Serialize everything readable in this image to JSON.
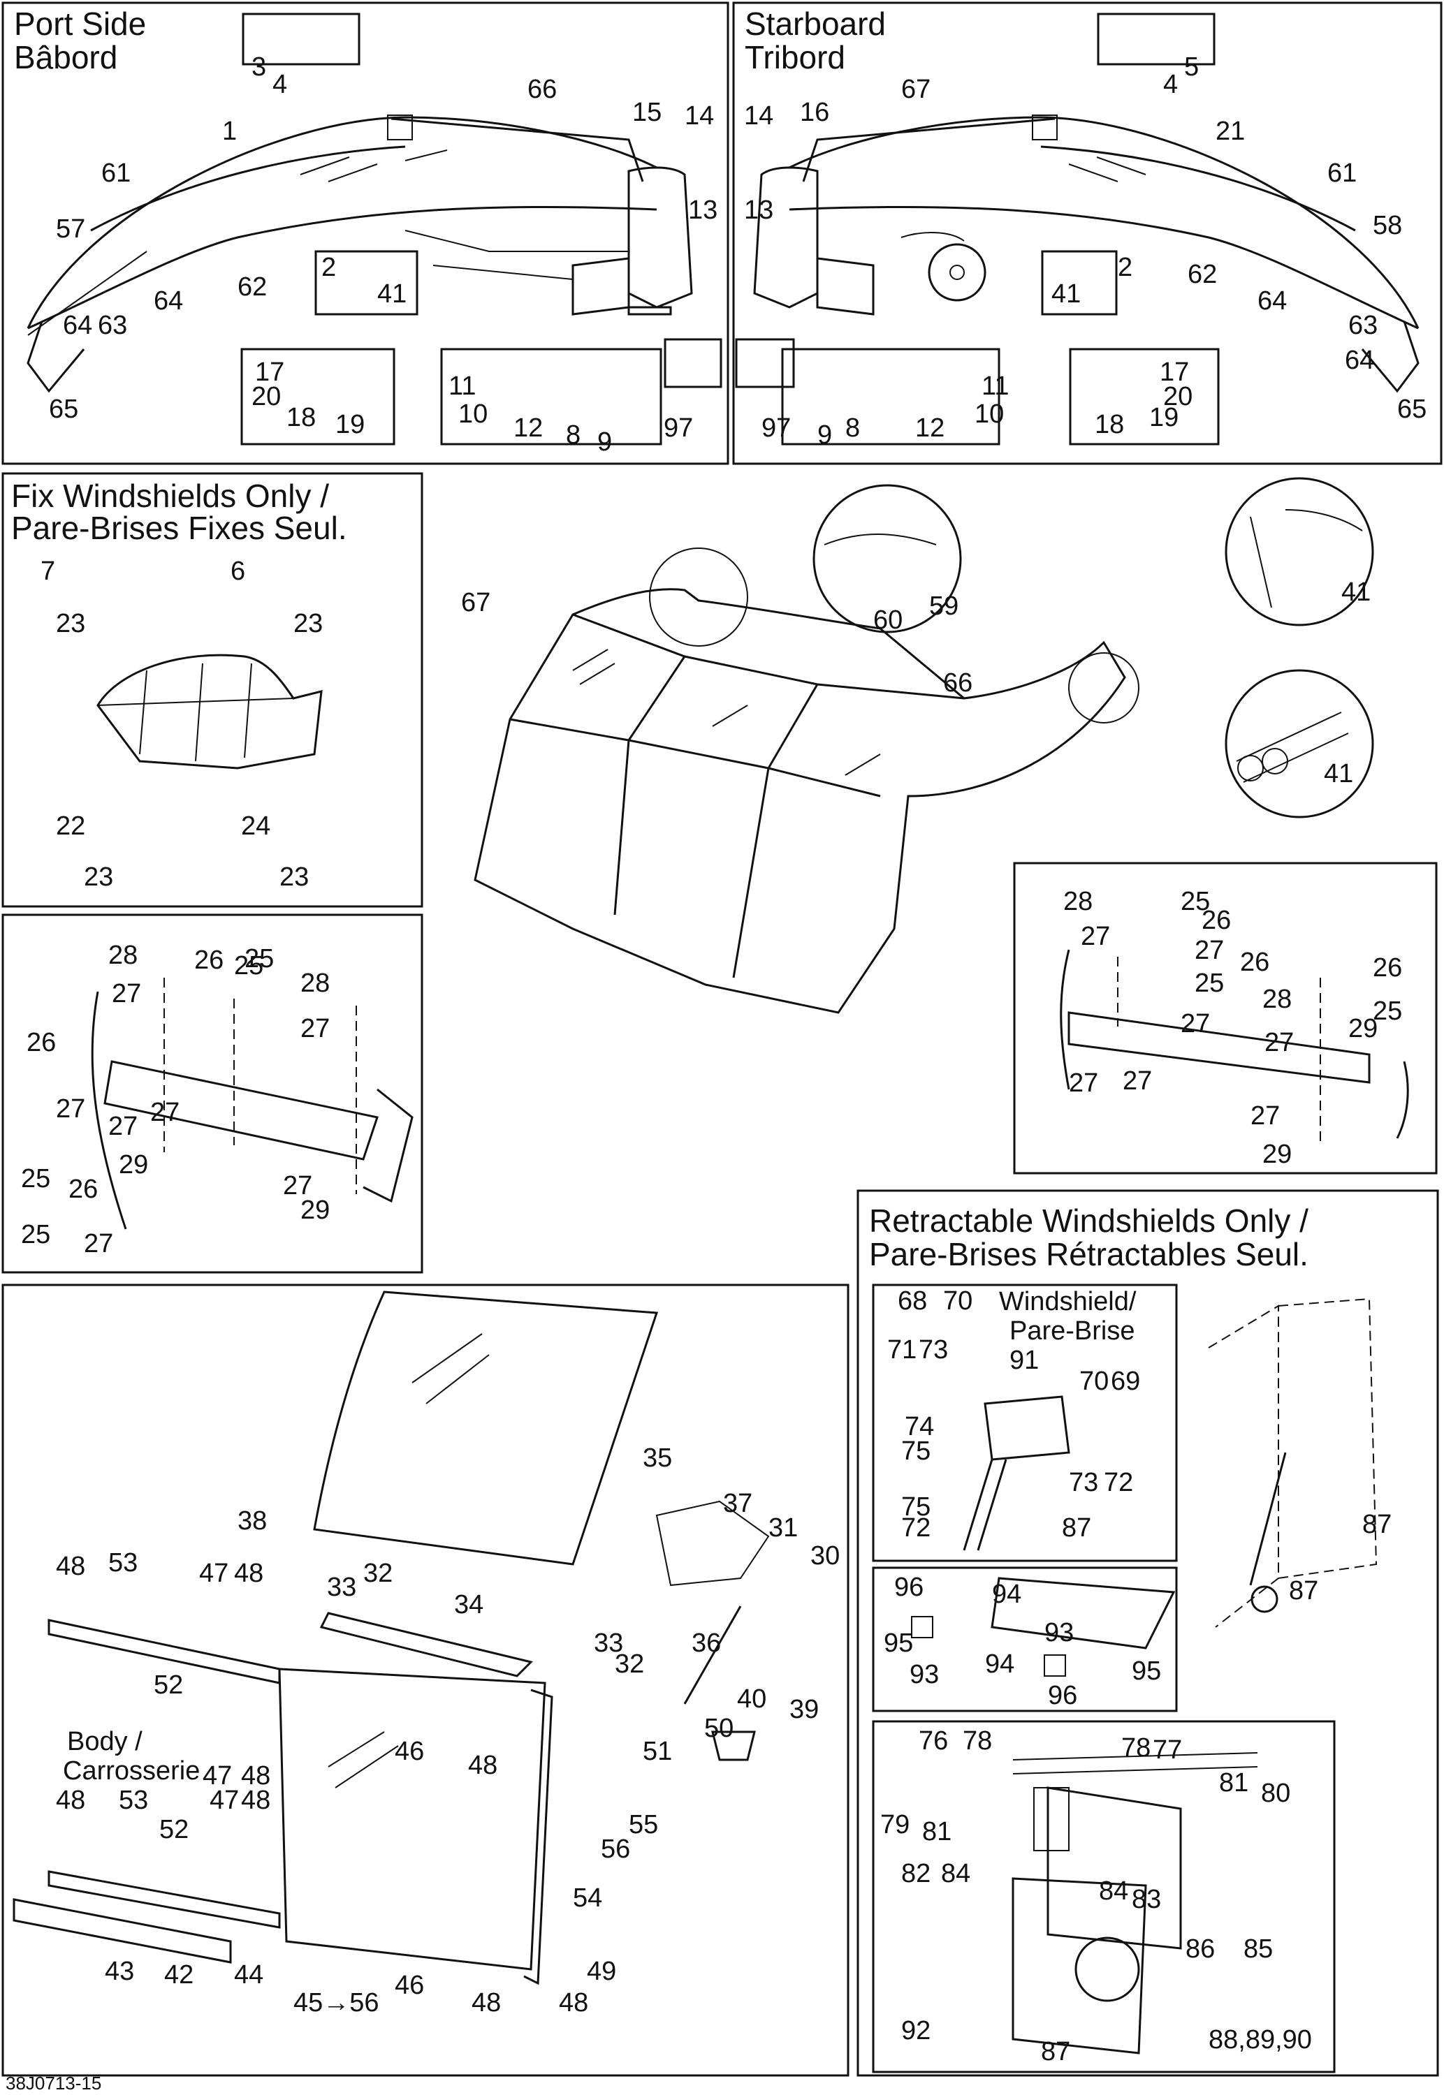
{
  "panels": {
    "port": {
      "title_en": "Port Side",
      "title_fr": "Bâbord"
    },
    "starboard": {
      "title_en": "Starboard",
      "title_fr": "Tribord"
    },
    "fixed": {
      "title_line1": "Fix Windshields Only /",
      "title_line2": "Pare-Brises Fixes Seul."
    },
    "retractable": {
      "title_line1": "Retractable Windshields Only /",
      "title_line2": "Pare-Brises Rétractables Seul."
    },
    "windshield_label": {
      "line1": "Windshield/",
      "line2": "Pare-Brise"
    },
    "body_label": {
      "line1": "Body /",
      "line2": "Carrosserie"
    }
  },
  "footer_code": "38J0713-15",
  "callouts": {
    "port": [
      "3",
      "4",
      "66",
      "15",
      "14",
      "1",
      "13",
      "61",
      "57",
      "2",
      "41",
      "64",
      "62",
      "63",
      "64",
      "65",
      "17",
      "20",
      "18",
      "19",
      "11",
      "10",
      "12",
      "8",
      "9",
      "97"
    ],
    "starboard": [
      "5",
      "4",
      "14",
      "16",
      "67",
      "21",
      "13",
      "61",
      "58",
      "2",
      "41",
      "62",
      "64",
      "63",
      "64",
      "65",
      "17",
      "20",
      "18",
      "19",
      "11",
      "10",
      "12",
      "8",
      "9",
      "97"
    ],
    "fixed_top": [
      "7",
      "23",
      "6",
      "23",
      "22",
      "23",
      "24",
      "23"
    ],
    "center": [
      "67",
      "66",
      "60",
      "59",
      "41",
      "41"
    ],
    "fixed_left": [
      "28",
      "26",
      "25",
      "27",
      "28",
      "27",
      "26",
      "27",
      "25",
      "27",
      "29",
      "26",
      "27",
      "25",
      "29",
      "27",
      "27",
      "25"
    ],
    "fixed_right": [
      "28",
      "25",
      "26",
      "27",
      "27",
      "26",
      "25",
      "28",
      "26",
      "25",
      "27",
      "27",
      "27",
      "29",
      "27",
      "27",
      "29"
    ],
    "retract_top": [
      "68",
      "70",
      "91",
      "71",
      "73",
      "70",
      "69",
      "74",
      "75",
      "75",
      "73",
      "72",
      "72",
      "87",
      "87",
      "87"
    ],
    "retract_mid": [
      "96",
      "94",
      "93",
      "95",
      "93",
      "94",
      "95",
      "96"
    ],
    "retract_bottom": [
      "76",
      "78",
      "78",
      "77",
      "81",
      "80",
      "79",
      "81",
      "82",
      "84",
      "84",
      "83",
      "86",
      "85",
      "92",
      "87",
      "88,89,90"
    ],
    "bottom_left": [
      "35",
      "38",
      "37",
      "31",
      "30",
      "48",
      "53",
      "47",
      "48",
      "32",
      "33",
      "34",
      "33",
      "32",
      "36",
      "40",
      "39",
      "52",
      "47",
      "48",
      "46",
      "48",
      "51",
      "50",
      "48",
      "53",
      "47",
      "48",
      "55",
      "52",
      "56",
      "54",
      "43",
      "42",
      "44",
      "46",
      "48",
      "48",
      "49",
      "45→56"
    ]
  },
  "drop_icon": "oil-drop-icon"
}
